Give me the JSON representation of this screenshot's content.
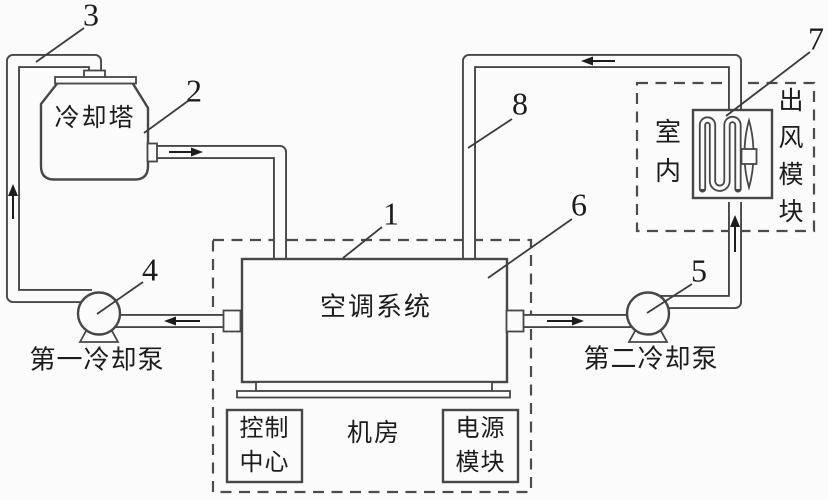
{
  "figure": {
    "background_color": "#fbfbfb",
    "line_color": "#474747",
    "text_color": "#1c1c1c"
  },
  "ref_numbers": {
    "n1": "1",
    "n2": "2",
    "n3": "3",
    "n4": "4",
    "n5": "5",
    "n6": "6",
    "n7": "7",
    "n8": "8"
  },
  "labels": {
    "cooling_tower": "冷却塔",
    "ac_system": "空调系统",
    "machine_room": "机房",
    "control_center_line1": "控制",
    "control_center_line2": "中心",
    "power_module_line1": "电源",
    "power_module_line2": "模块",
    "pump_first": "第一冷却泵",
    "pump_second": "第二冷却泵",
    "indoor": "室内",
    "air_outlet_module": "出风模块"
  },
  "symbols": {
    "pump": "circle-with-base",
    "heat_exchanger": "serpentine-coil",
    "fan": "vertical-blade-with-hub",
    "flow_arrows": [
      "up-left-riser",
      "right-from-tower",
      "left-into-pump1",
      "right-into-pump2",
      "up-into-coil",
      "left-along-top-loop"
    ]
  }
}
